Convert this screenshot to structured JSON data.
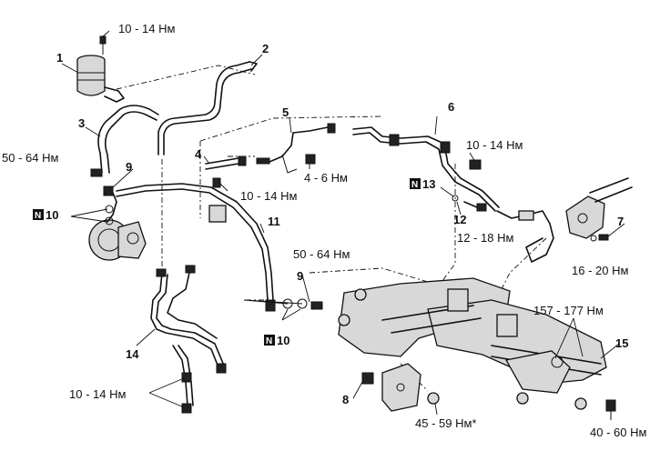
{
  "part_numbers": {
    "p1": "1",
    "p2": "2",
    "p3": "3",
    "p4": "4",
    "p5": "5",
    "p6": "6",
    "p7": "7",
    "p8": "8",
    "p9a": "9",
    "p9b": "9",
    "p11": "11",
    "p12": "12",
    "p14": "14",
    "p15": "15"
  },
  "torques": {
    "t_top": "10 - 14 Нм",
    "t_left": "50 - 64 Нм",
    "t_mid": "10 - 14 Нм",
    "t_small": "4 - 6 Нм",
    "t_right_top": "10 - 14 Нм",
    "t_12": "12 - 18 Нм",
    "t_7": "16 - 20 Нм",
    "t_center": "50 - 64 Нм",
    "t_157": "157 - 177 Нм",
    "t_bottom_left": "10 - 14 Нм",
    "t_45": "45 - 59 Нм*",
    "t_40": "40 - 60 Нм"
  },
  "new_parts": {
    "n_left": {
      "mark": "N",
      "num": "10"
    },
    "n_center": {
      "mark": "N",
      "num": "10"
    },
    "n_right": {
      "mark": "N",
      "num": "13"
    }
  }
}
